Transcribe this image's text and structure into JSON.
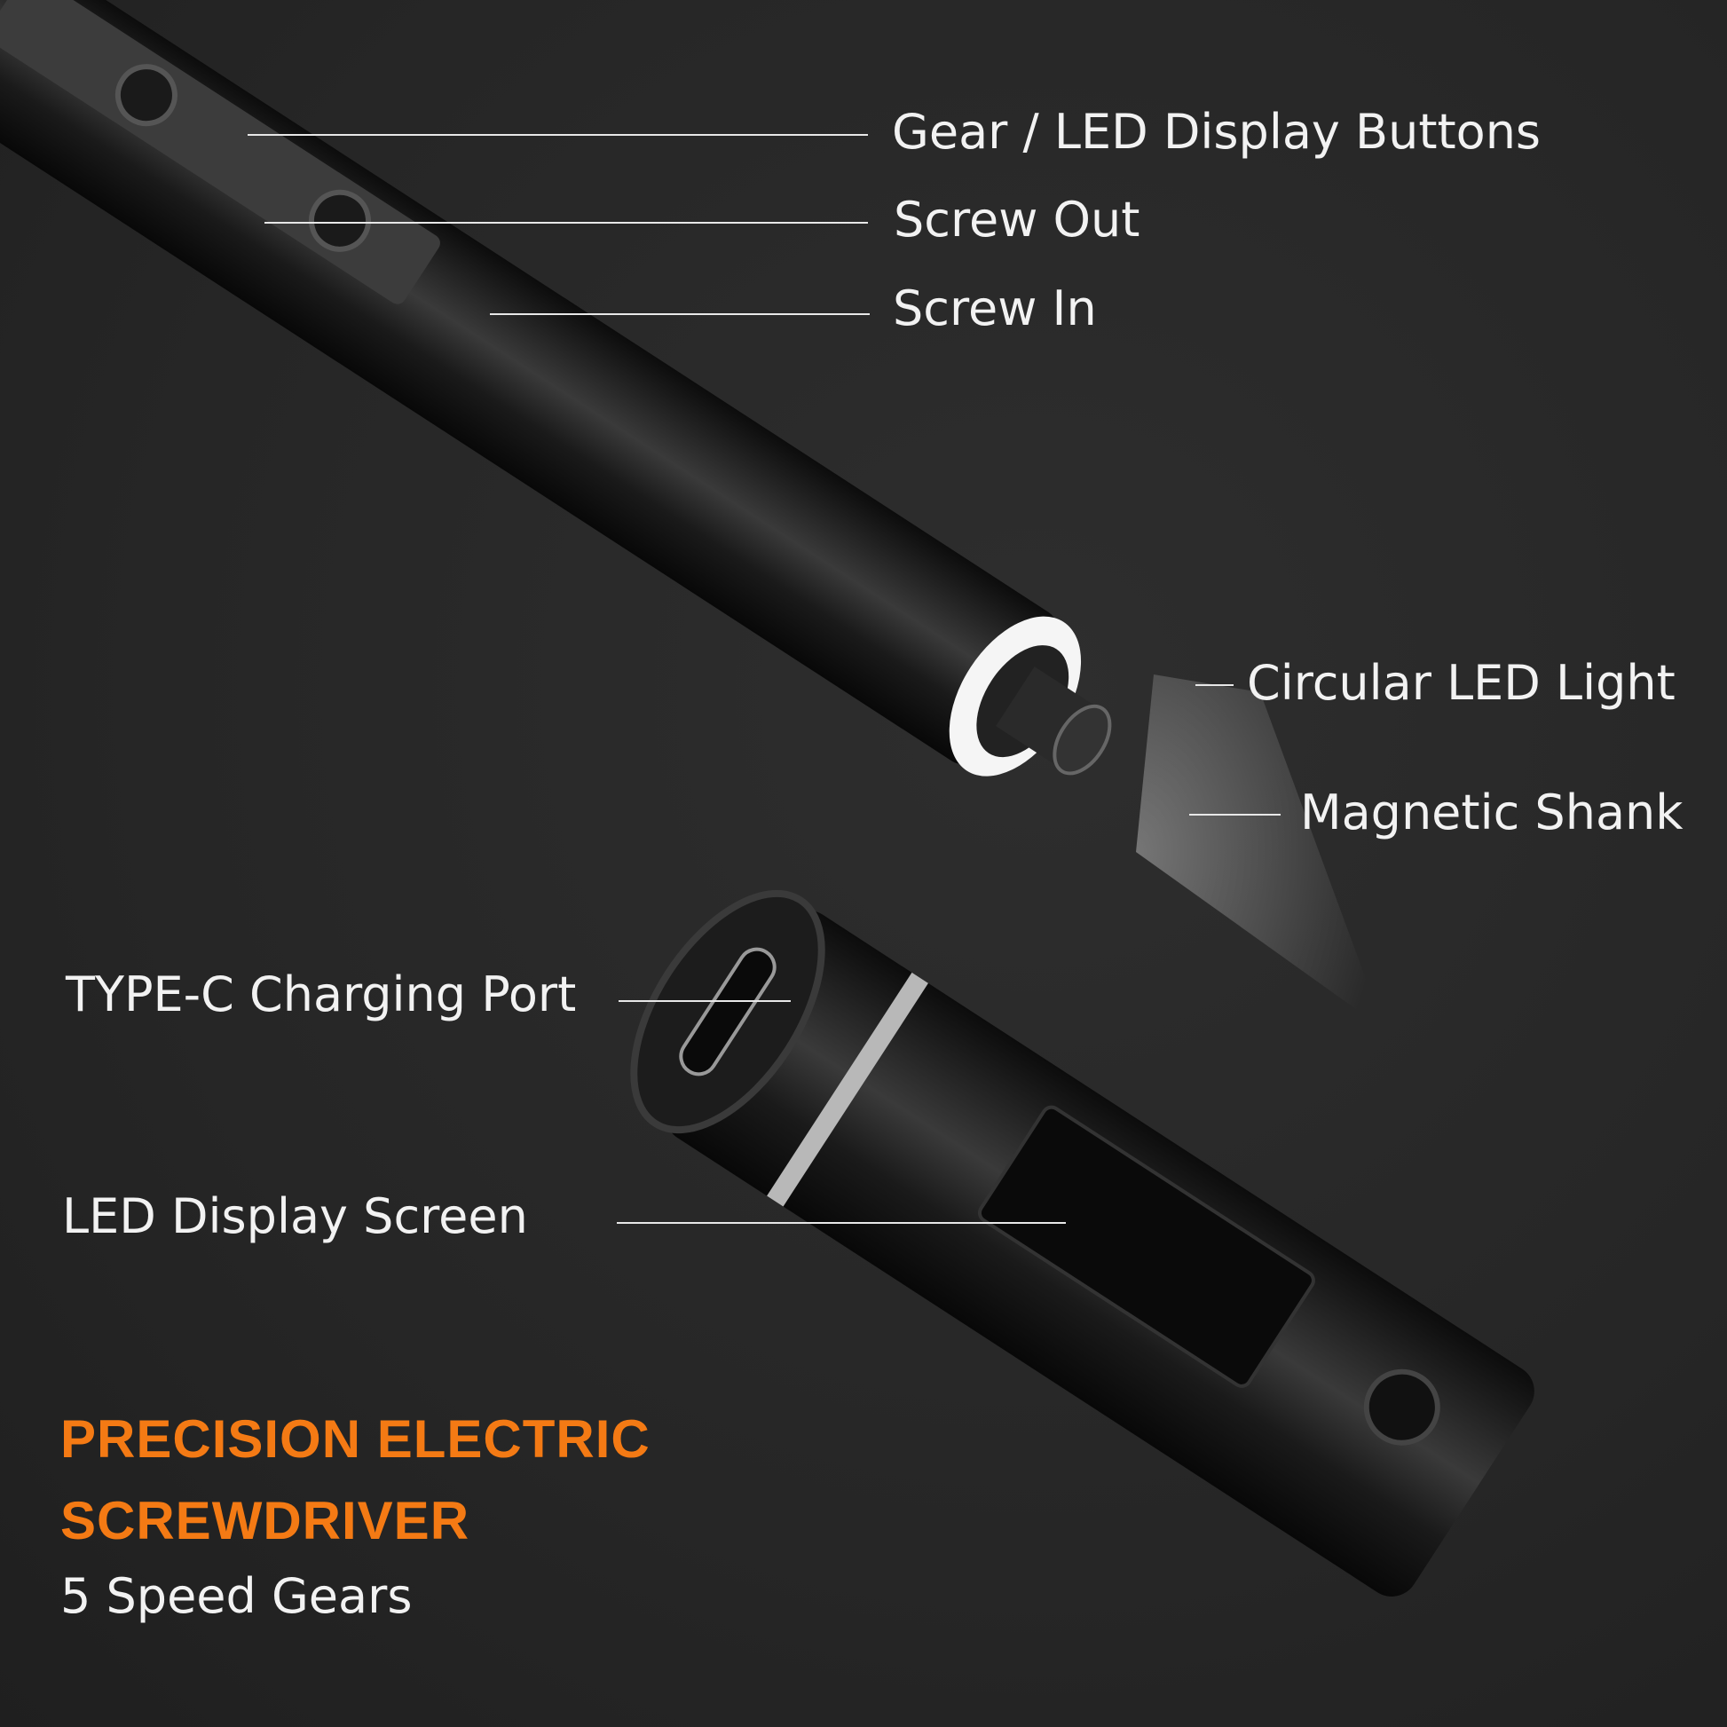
{
  "callouts": {
    "gear_buttons": "Gear / LED Display Buttons",
    "screw_out": "Screw Out",
    "screw_in": "Screw In",
    "circular_led": "Circular LED Light",
    "magnetic_shank": "Magnetic Shank",
    "type_c": "TYPE-C Charging Port",
    "led_display": "LED Display Screen"
  },
  "product": {
    "title_line1": "PRECISION ELECTRIC",
    "title_line2": "SCREWDRIVER",
    "subtitle": "5 Speed Gears"
  },
  "colors": {
    "accent": "#f47a14",
    "background": "#262626"
  }
}
